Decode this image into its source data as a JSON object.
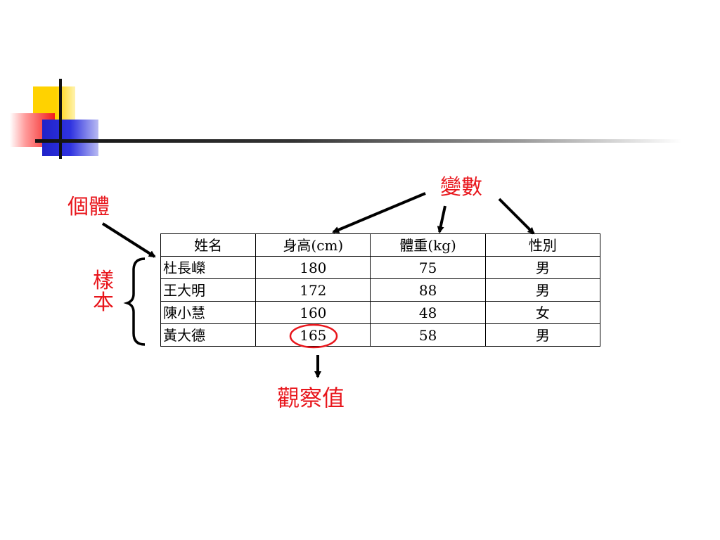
{
  "labels": {
    "variable": "變數",
    "individual": "個體",
    "sample_line1": "樣",
    "sample_line2": "本",
    "observed_value": "觀察值"
  },
  "table": {
    "headers": [
      "姓名",
      "身高(cm)",
      "體重(kg)",
      "性別"
    ],
    "rows": [
      [
        "杜長嶸",
        "180",
        "75",
        "男"
      ],
      [
        "王大明",
        "172",
        "88",
        "男"
      ],
      [
        "陳小慧",
        "160",
        "48",
        "女"
      ],
      [
        "黃大德",
        "165",
        "58",
        "男"
      ]
    ]
  },
  "colors": {
    "annotation_red": "#e8161c",
    "deco_yellow": "#ffd200",
    "deco_red": "#f21a1a",
    "deco_blue": "#1f22c8"
  }
}
